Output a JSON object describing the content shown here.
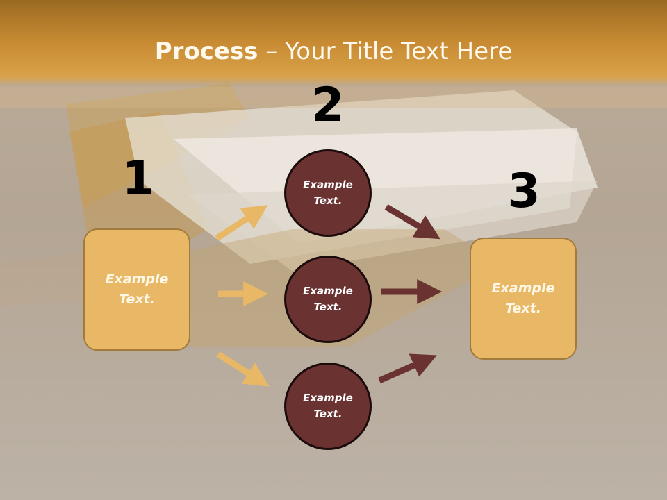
{
  "title": {
    "bold": "Process",
    "rest": " – Your Title Text Here"
  },
  "steps": {
    "one": "1",
    "two": "2",
    "three": "3"
  },
  "nodes": {
    "left_box": "Example Text.",
    "circle_top": "Example Text.",
    "circle_middle": "Example Text.",
    "circle_bottom": "Example Text.",
    "right_box": "Example Text."
  },
  "colors": {
    "box_fill": "#e8b866",
    "circle_fill": "#6b3232",
    "arrow_light": "#e8b866",
    "arrow_dark": "#6b3232",
    "header": "#c78a32"
  }
}
